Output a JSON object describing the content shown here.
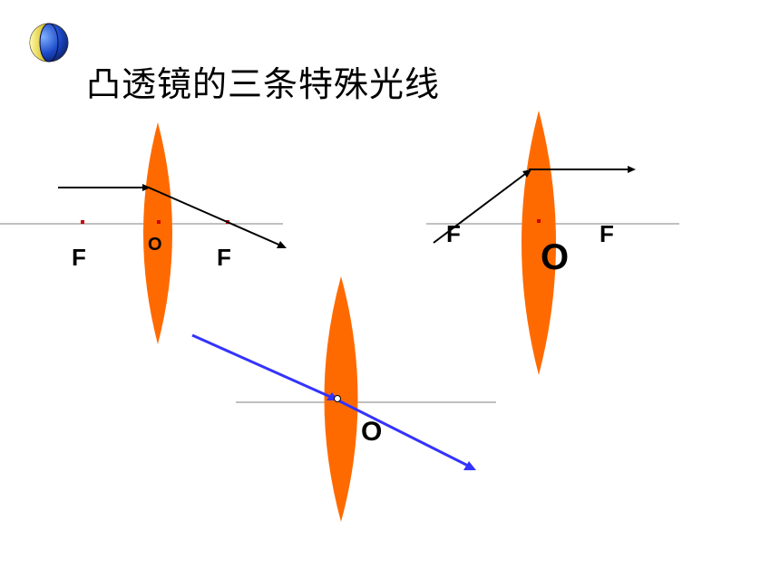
{
  "title": "凸透镜的三条特殊光线",
  "colors": {
    "lens": "#FF6A00",
    "axis": "#808080",
    "ray": "#000000",
    "center_ray": "#3333FF",
    "focal_mark": "#CC0000"
  },
  "icons": {
    "bullet": "globe-bullet-icon"
  },
  "diagram1": {
    "focus_left": "F",
    "center": "O",
    "focus_right": "F"
  },
  "diagram2": {
    "focus_left": "F",
    "center": "O",
    "focus_right": "F"
  },
  "diagram3": {
    "center": "O"
  }
}
